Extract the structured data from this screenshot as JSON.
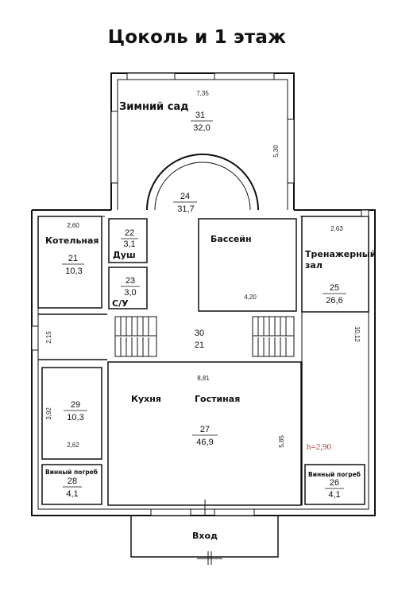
{
  "title": "Цоколь и 1 этаж",
  "rooms": {
    "winter_garden": {
      "name": "Зимний сад",
      "number": "31",
      "area": "32,0",
      "dim_top": "7,35",
      "dim_side": "5,30"
    },
    "hall": {
      "number": "24",
      "area": "31,7"
    },
    "boiler": {
      "name": "Котельная",
      "number": "21",
      "area": "10,3",
      "dim": "2,60"
    },
    "shower": {
      "name": "Душ",
      "number": "22",
      "area": "3,1"
    },
    "wc": {
      "name": "С/У",
      "number": "23",
      "area": "3,0"
    },
    "pool": {
      "name": "Бассейн",
      "dim": "4,20"
    },
    "gym": {
      "name_line1": "Тренажерный",
      "name_line2": "зал",
      "number": "25",
      "area": "26,6",
      "dim_top": "2,63",
      "dim_side": "10,12"
    },
    "stairs": {
      "number": "30",
      "area": "21"
    },
    "room29": {
      "number": "29",
      "area": "10,3",
      "dim_side": "3,92",
      "dim_bottom": "2,62"
    },
    "living": {
      "name_kitchen": "Кухня",
      "name_living": "Гостиная",
      "number": "27",
      "area": "46,9",
      "dim_top": "8,81",
      "dim_side": "5,85"
    },
    "wine_left": {
      "name": "Винный погреб",
      "number": "28",
      "area": "4,1"
    },
    "wine_right": {
      "name": "Винный погреб",
      "number": "26",
      "area": "4,1"
    },
    "entrance": {
      "name": "Вход"
    }
  },
  "misc": {
    "corridor_dim": "2,15",
    "height_note": "h=2,90",
    "height_color": "#b03a2e"
  }
}
